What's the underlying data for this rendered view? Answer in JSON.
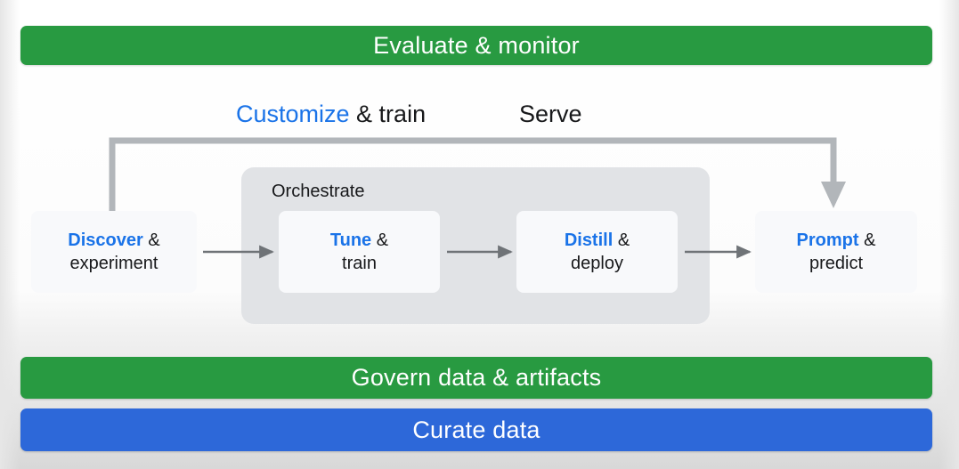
{
  "banners": {
    "evaluate": {
      "label": "Evaluate & monitor",
      "color": "#289a41"
    },
    "govern": {
      "label": "Govern data & artifacts",
      "color": "#289a41"
    },
    "curate": {
      "label": "Curate data",
      "color": "#2d68d9"
    }
  },
  "section_labels": {
    "customize": {
      "accent": "Customize",
      "rest": " & train"
    },
    "serve": {
      "text": "Serve"
    }
  },
  "orchestrate": {
    "title": "Orchestrate",
    "background": "#e1e3e6"
  },
  "cards": {
    "discover": {
      "accent": "Discover",
      "rest": " &",
      "line2": "experiment"
    },
    "tune": {
      "accent": "Tune",
      "rest": " &",
      "line2": "train"
    },
    "distill": {
      "accent": "Distill",
      "rest": " &",
      "line2": "deploy"
    },
    "prompt": {
      "accent": "Prompt",
      "rest": " &",
      "line2": "predict"
    }
  },
  "colors": {
    "accent_blue": "#1a73e8",
    "text": "#17181a",
    "arrow_gray": "#6f7377",
    "loop_gray": "#b2b6ba",
    "card_bg": "#f8f9fb",
    "page_bg": "#f8f8f8"
  },
  "connectors": {
    "discover_to_tune": "arrow-right",
    "tune_to_distill": "arrow-right",
    "distill_to_prompt": "arrow-right",
    "feedback_loop": "discover-up-over-down-into-prompt"
  }
}
